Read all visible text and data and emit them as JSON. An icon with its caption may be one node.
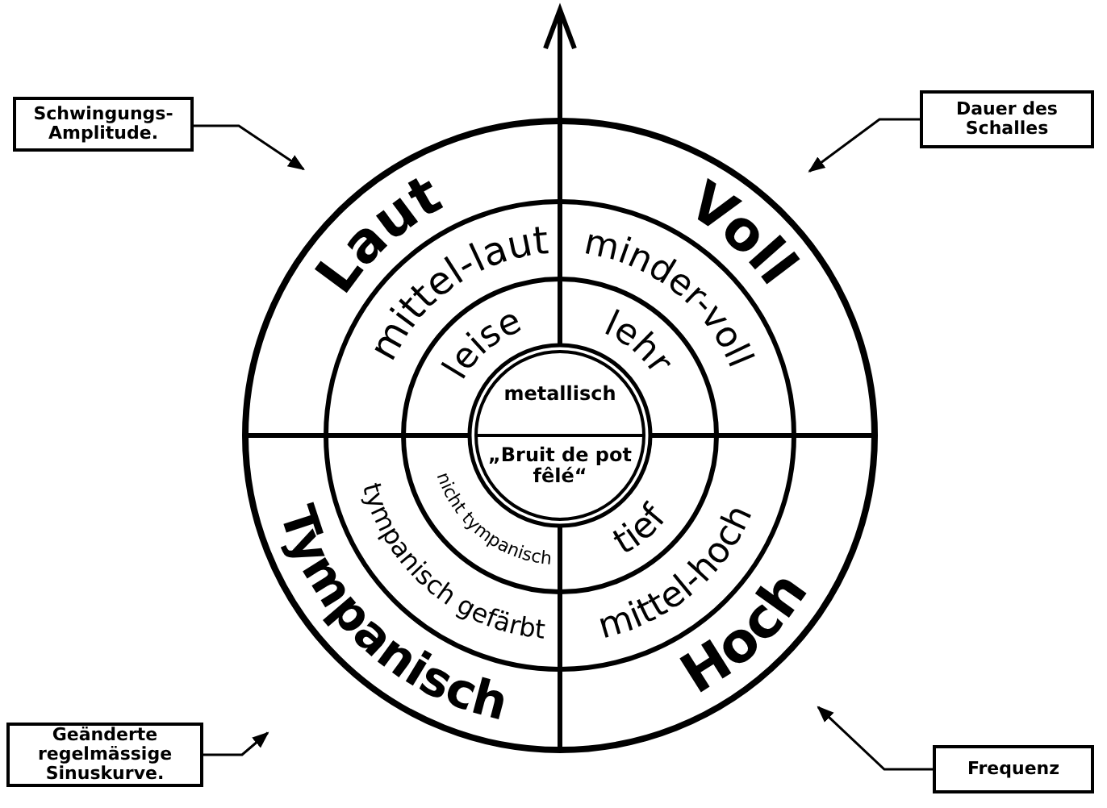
{
  "diagram": {
    "nodes": [
      {
        "text": [
          "Schwingungs-Amplitude."
        ]
      },
      {
        "text": [
          "Dauer des Schalles"
        ]
      },
      {
        "text": [
          "Geänderte regelmässige Sinuskurve."
        ]
      },
      {
        "text": [
          "Frequenz"
        ]
      },
      {
        "text": [
          "Laut"
        ]
      },
      {
        "text": [
          "Voll"
        ]
      },
      {
        "text": [
          "Tympanisch"
        ]
      },
      {
        "text": [
          "Hoch"
        ]
      },
      {
        "text": [
          "metallisch",
          "„Bruit de pot fêlé“"
        ]
      }
    ],
    "edges": [
      {
        "from": 0,
        "to": 4,
        "arrow": "to"
      },
      {
        "from": 1,
        "to": 5,
        "arrow": "to"
      },
      {
        "from": 2,
        "to": 6,
        "arrow": "to"
      },
      {
        "from": 3,
        "to": 7,
        "arrow": "to"
      }
    ],
    "labels": [
      "mittel-laut",
      "minder-voll",
      "leise",
      "lehr",
      "tympanisch gefärbt",
      "nicht tympanisch",
      "tief",
      "mittel-hoch"
    ]
  }
}
